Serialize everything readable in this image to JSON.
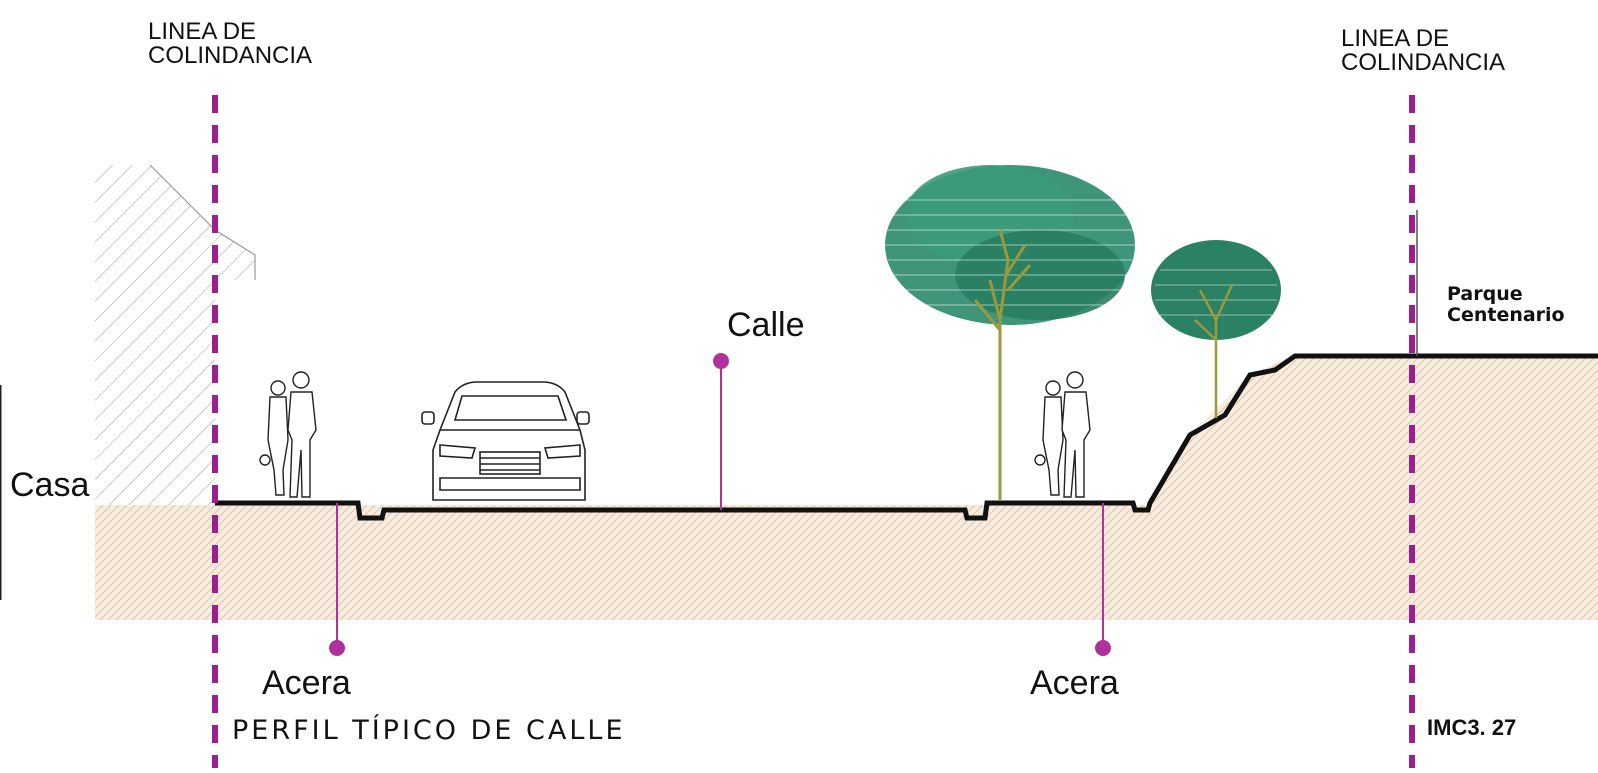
{
  "boundary_left": {
    "line1": "LINEA DE",
    "line2": "COLINDANCIA"
  },
  "boundary_right": {
    "line1": "LINEA DE",
    "line2": "COLINDANCIA"
  },
  "labels": {
    "house": "Casa",
    "street": "Calle",
    "sidewalk_left": "Acera",
    "sidewalk_right": "Acera",
    "park_line1": "Parque",
    "park_line2": "Centenario"
  },
  "caption": "PERFIL TÍPICO DE CALLE",
  "figure_code": "IMC3. 27",
  "colors": {
    "boundary": "#9b1f8c",
    "marker": "#b0309e",
    "tree": "#2f8c6e",
    "tree_dark": "#1f7a5c",
    "trunk": "#9a9a3a",
    "soil": "#efe0cf",
    "ground_line": "#111111"
  }
}
